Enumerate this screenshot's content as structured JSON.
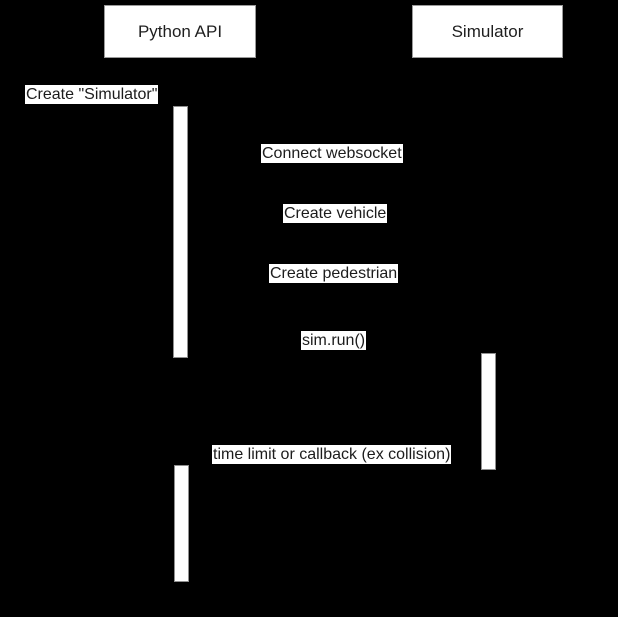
{
  "diagram": {
    "type": "sequence-diagram",
    "background_color": "#000000",
    "box_fill_color": "#ffffff",
    "label_fill_color": "#ffffff",
    "text_color": "#1c1c1c",
    "participants": [
      {
        "id": "python-api",
        "label": "Python API"
      },
      {
        "id": "simulator",
        "label": "Simulator"
      }
    ],
    "messages": [
      {
        "id": "create-simulator",
        "label": "Create \"Simulator\""
      },
      {
        "id": "connect-websocket",
        "label": "Connect websocket"
      },
      {
        "id": "create-vehicle",
        "label": "Create vehicle"
      },
      {
        "id": "create-pedestrian",
        "label": "Create pedestrian"
      },
      {
        "id": "sim-run",
        "label": "sim.run()"
      },
      {
        "id": "time-limit-callback",
        "label": "time limit or callback (ex collision)"
      }
    ]
  }
}
